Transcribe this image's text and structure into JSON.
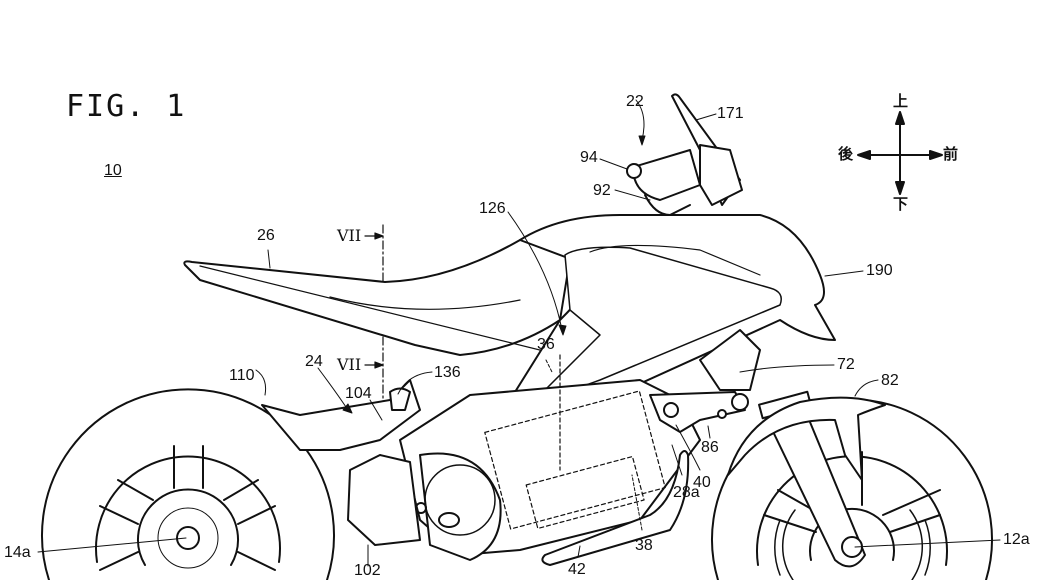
{
  "figure": {
    "title": "FIG. 1",
    "reference": "10"
  },
  "direction_indicator": {
    "up": "上",
    "down": "下",
    "front": "前",
    "rear": "後"
  },
  "section_marks": {
    "upper": "VII",
    "lower": "VII"
  },
  "labels": {
    "l22": "22",
    "l171": "171",
    "l94": "94",
    "l92": "92",
    "l126": "126",
    "l26": "26",
    "l190": "190",
    "l36": "36",
    "l72": "72",
    "l82": "82",
    "l110": "110",
    "l24": "24",
    "l104": "104",
    "l136": "136",
    "l86": "86",
    "l40": "40",
    "l28a": "28a",
    "l38": "38",
    "l42": "42",
    "l14a": "14a",
    "l12a": "12a",
    "l102": "102"
  }
}
